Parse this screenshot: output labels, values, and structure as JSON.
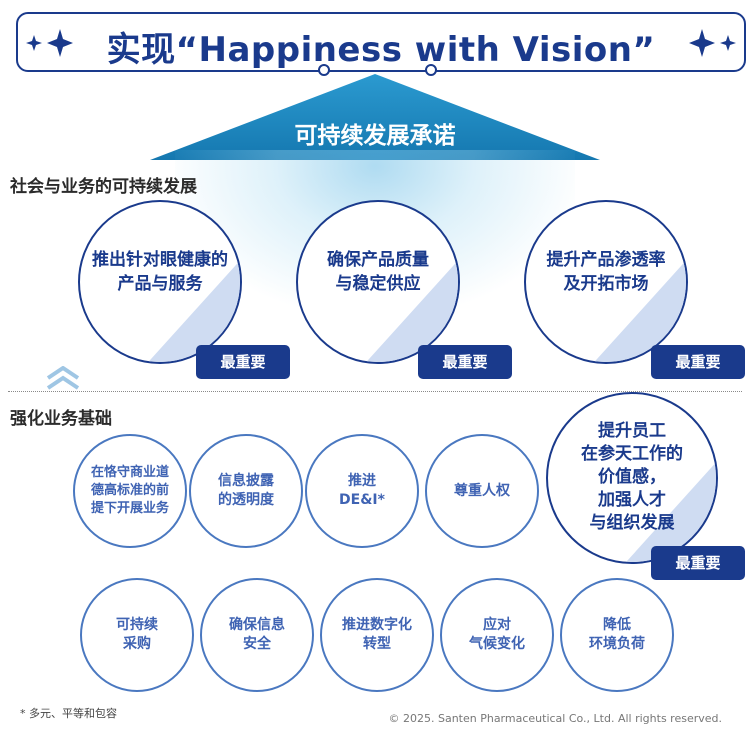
{
  "banner": {
    "title": "实现“Happiness with Vision”"
  },
  "roof": {
    "label": "可持续发展承诺"
  },
  "sections": {
    "social": "社会与业务的可持续发展",
    "foundation": "强化业务基础"
  },
  "priorities": [
    {
      "line1": "推出针对眼健康的",
      "line2": "产品与服务",
      "tag": "最重要"
    },
    {
      "line1": "确保产品质量",
      "line2": "与稳定供应",
      "tag": "最重要"
    },
    {
      "line1": "提升产品渗透率",
      "line2": "及开拓市场",
      "tag": "最重要"
    }
  ],
  "people": {
    "lines": [
      "提升员工",
      "在参天工作的",
      "价值感，",
      "加强人才",
      "与组织发展"
    ],
    "tag": "最重要"
  },
  "foundation_row1": [
    {
      "lines": [
        "在恪守商业道",
        "德高标准的前",
        "提下开展业务"
      ]
    },
    {
      "lines": [
        "信息披露",
        "的透明度"
      ]
    },
    {
      "lines": [
        "推进",
        "DE&I*"
      ]
    },
    {
      "lines": [
        "尊重人权"
      ]
    }
  ],
  "foundation_row2": [
    {
      "lines": [
        "可持续",
        "采购"
      ]
    },
    {
      "lines": [
        "确保信息",
        "安全"
      ]
    },
    {
      "lines": [
        "推进数字化",
        "转型"
      ]
    },
    {
      "lines": [
        "应对",
        "气候变化"
      ]
    },
    {
      "lines": [
        "降低",
        "环境负荷"
      ]
    }
  ],
  "footnote": "* 多元、平等和包容",
  "copyright": "© 2025. Santen Pharmaceutical Co., Ltd. All rights reserved.",
  "colors": {
    "navy": "#1a3a8c",
    "roof_blue": "#1f8fc4",
    "circle_blue": "#4a78c0"
  }
}
